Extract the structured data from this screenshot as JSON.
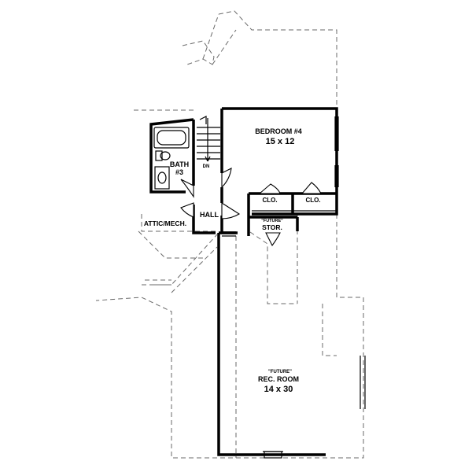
{
  "rooms": {
    "bedroom": {
      "name": "BEDROOM #4",
      "size": "15 x 12"
    },
    "bath": {
      "line1": "BATH",
      "line2": "#3"
    },
    "stair": {
      "label": "DN"
    },
    "hall": {
      "label": "HALL"
    },
    "closet_left": {
      "label": "CLO."
    },
    "closet_right": {
      "label": "CLO."
    },
    "attic": {
      "label": "ATTIC/MECH."
    },
    "storage": {
      "note": "\"FUTURE\"",
      "label": "STOR."
    },
    "rec_room": {
      "note": "\"FUTURE\"",
      "name": "REC. ROOM",
      "size": "14 x 30"
    }
  },
  "colors": {
    "wall": "#000000",
    "dashed_outline": "#6a6a6a",
    "background": "#ffffff"
  }
}
